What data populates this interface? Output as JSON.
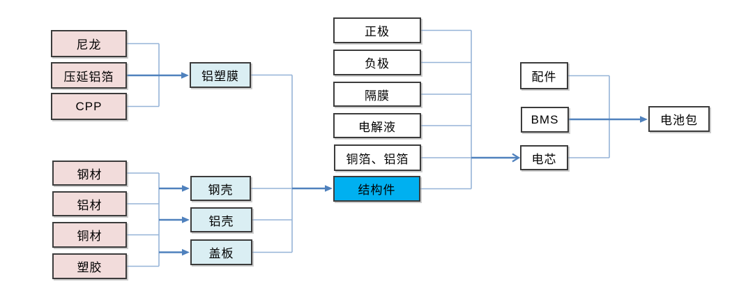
{
  "diagram": {
    "description": "battery supply chain flowchart",
    "colors": {
      "source_box_fill": "#F2DCDB",
      "intermediate_box_fill": "#DAEEF3",
      "component_box_fill": "#FFFFFF",
      "highlight_box_fill": "#00B0F0",
      "box_border": "#3b3b3b",
      "line_light": "#95B3D7",
      "line_dark": "#4F81BD",
      "text": "#000000"
    },
    "nodes": [
      {
        "id": "nylon",
        "label": "尼龙",
        "style": "pink"
      },
      {
        "id": "rolled-aluminum-foil",
        "label": "压延铝箔",
        "style": "pink"
      },
      {
        "id": "cpp",
        "label": "CPP",
        "style": "pink"
      },
      {
        "id": "aluminum-plastic-film",
        "label": "铝塑膜",
        "style": "lightblue"
      },
      {
        "id": "steel",
        "label": "钢材",
        "style": "pink"
      },
      {
        "id": "aluminum",
        "label": "铝材",
        "style": "pink"
      },
      {
        "id": "copper",
        "label": "铜材",
        "style": "pink"
      },
      {
        "id": "plastic",
        "label": "塑胶",
        "style": "pink"
      },
      {
        "id": "steel-shell",
        "label": "钢壳",
        "style": "lightblue"
      },
      {
        "id": "aluminum-shell",
        "label": "铝壳",
        "style": "lightblue"
      },
      {
        "id": "cover-plate",
        "label": "盖板",
        "style": "lightblue"
      },
      {
        "id": "cathode",
        "label": "正极",
        "style": "white"
      },
      {
        "id": "anode",
        "label": "负极",
        "style": "white"
      },
      {
        "id": "separator",
        "label": "隔膜",
        "style": "white"
      },
      {
        "id": "electrolyte",
        "label": "电解液",
        "style": "white"
      },
      {
        "id": "copper-aluminum-foil",
        "label": "铜箔、铝箔",
        "style": "white"
      },
      {
        "id": "structural-parts",
        "label": "结构件",
        "style": "highlight"
      },
      {
        "id": "accessories",
        "label": "配件",
        "style": "white"
      },
      {
        "id": "bms",
        "label": "BMS",
        "style": "white"
      },
      {
        "id": "cell",
        "label": "电芯",
        "style": "white"
      },
      {
        "id": "battery-pack",
        "label": "电池包",
        "style": "white"
      }
    ],
    "edges": [
      {
        "from": [
          "nylon",
          "rolled-aluminum-foil",
          "cpp"
        ],
        "to": [
          "aluminum-plastic-film"
        ]
      },
      {
        "from": [
          "steel",
          "aluminum",
          "copper",
          "plastic"
        ],
        "to": [
          "steel-shell",
          "aluminum-shell",
          "cover-plate"
        ]
      },
      {
        "from": [
          "aluminum-plastic-film",
          "steel-shell",
          "aluminum-shell",
          "cover-plate"
        ],
        "to": [
          "structural-parts"
        ]
      },
      {
        "from": [
          "cathode",
          "anode",
          "separator",
          "electrolyte",
          "copper-aluminum-foil",
          "structural-parts"
        ],
        "to": [
          "cell"
        ]
      },
      {
        "from": [
          "accessories",
          "bms",
          "cell"
        ],
        "to": [
          "battery-pack"
        ]
      }
    ]
  }
}
